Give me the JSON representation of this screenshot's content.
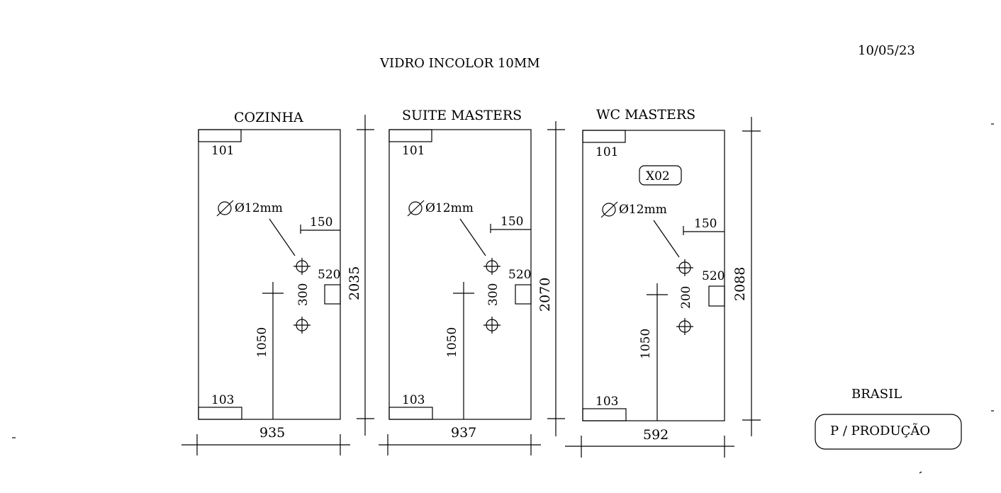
{
  "header": {
    "title": "VIDRO INCOLOR 10MM",
    "date": "10/05/23"
  },
  "panels": [
    {
      "name": "COZINHA",
      "top_ref": "101",
      "bottom_ref": "103",
      "hole_dia": "Ø12mm",
      "offset_top": "150",
      "hole_spacing": "300",
      "handle": "520",
      "height_from_floor": "1050",
      "total_height": "2035",
      "width": "935",
      "tag": ""
    },
    {
      "name": "SUITE MASTERS",
      "top_ref": "101",
      "bottom_ref": "103",
      "hole_dia": "Ø12mm",
      "offset_top": "150",
      "hole_spacing": "300",
      "handle": "520",
      "height_from_floor": "1050",
      "total_height": "2070",
      "width": "937",
      "tag": ""
    },
    {
      "name": "WC MASTERS",
      "top_ref": "101",
      "bottom_ref": "103",
      "hole_dia": "Ø12mm",
      "offset_top": "150",
      "hole_spacing": "200",
      "handle": "520",
      "height_from_floor": "1050",
      "total_height": "2088",
      "width": "592",
      "tag": "X02"
    }
  ],
  "footer": {
    "country": "BRASIL",
    "status": "P / PRODUÇÃO"
  }
}
